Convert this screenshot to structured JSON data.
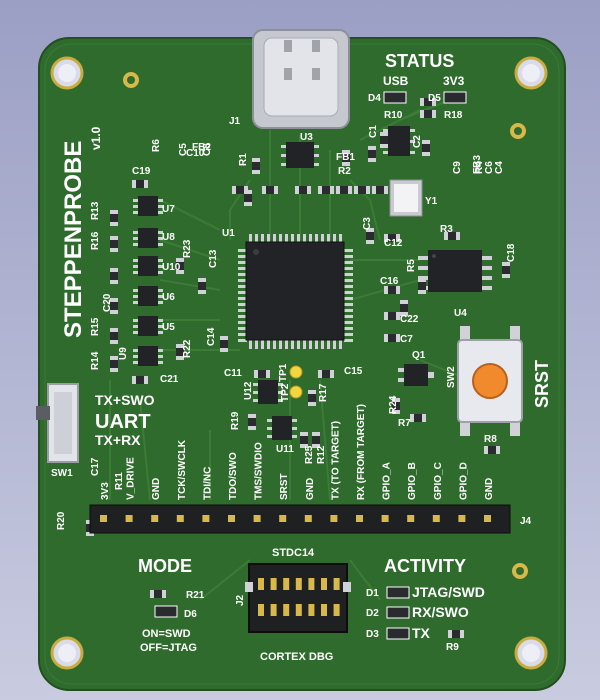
{
  "board": {
    "name": "STEPPENPROBE",
    "version": "v1.0",
    "colors": {
      "mask": "#2d6a2a",
      "mask_edge": "#245521",
      "silk": "#ffffff",
      "gold": "#d8b84a",
      "background": "#b0b3d3"
    }
  },
  "sections": {
    "status": "STATUS",
    "usb": "USB",
    "v3v3": "3V3",
    "mode": "MODE",
    "activity": "ACTIVITY",
    "uart": "UART",
    "tx_swo": "TX+SWO",
    "tx_rx": "TX+RX",
    "srst": "SRST",
    "stdc14": "STDC14",
    "cortex_dbg": "CORTEX DBG",
    "on_swd": "ON=SWD",
    "off_jtag": "OFF=JTAG",
    "act_jtag": "JTAG/SWD",
    "act_rx": "RX/SWO",
    "act_tx": "TX"
  },
  "header_pins": [
    "3V3",
    "V_DRIVE",
    "GND",
    "TCK/SWCLK",
    "TDI/NC",
    "TDO/SWO",
    "TMS/SWDIO",
    "SRST",
    "GND",
    "TX (TO TARGET)",
    "RX (FROM TARGET)",
    "GPIO_A",
    "GPIO_B",
    "GPIO_C",
    "GPIO_D",
    "GND"
  ],
  "refs": {
    "J1": "J1",
    "J2": "J2",
    "J4": "J4",
    "U1": "U1",
    "U3": "U3",
    "U4": "U4",
    "U5": "U5",
    "U6": "U6",
    "U7": "U7",
    "U8": "U8",
    "U9": "U9",
    "U10": "U10",
    "U11": "U11",
    "U12": "U12",
    "SW1": "SW1",
    "SW2": "SW2",
    "Y1": "Y1",
    "Q1": "Q1",
    "D1": "D1",
    "D2": "D2",
    "D3": "D3",
    "D4": "D4",
    "D5": "D5",
    "D6": "D6",
    "R1": "R1",
    "R2": "R2",
    "R3": "R3",
    "R4": "R4",
    "R5": "R5",
    "R6": "R6",
    "R7": "R7",
    "R8": "R8",
    "R9": "R9",
    "R10": "R10",
    "R11": "R11",
    "R12": "R12",
    "R13": "R13",
    "R14": "R14",
    "R15": "R15",
    "R16": "R16",
    "R17": "R17",
    "R18": "R18",
    "R19": "R19",
    "R20": "R20",
    "R21": "R21",
    "R22": "R22",
    "R23": "R23",
    "R24": "R24",
    "R25": "R25",
    "C1": "C1",
    "C2": "C2",
    "C3": "C3",
    "C4": "C4",
    "C5": "C5",
    "C6": "C6",
    "C7": "C7",
    "C8": "C8",
    "C9": "C9",
    "C10": "C10",
    "C11": "C11",
    "C12": "C12",
    "C13": "C13",
    "C14": "C14",
    "C15": "C15",
    "C16": "C16",
    "C17": "C17",
    "C18": "C18",
    "C19": "C19",
    "C20": "C20",
    "C21": "C21",
    "C22": "C22",
    "FB1": "FB1",
    "FB2": "FB2",
    "FB3": "FB3",
    "TP1": "TP1",
    "TP2": "TP2"
  }
}
